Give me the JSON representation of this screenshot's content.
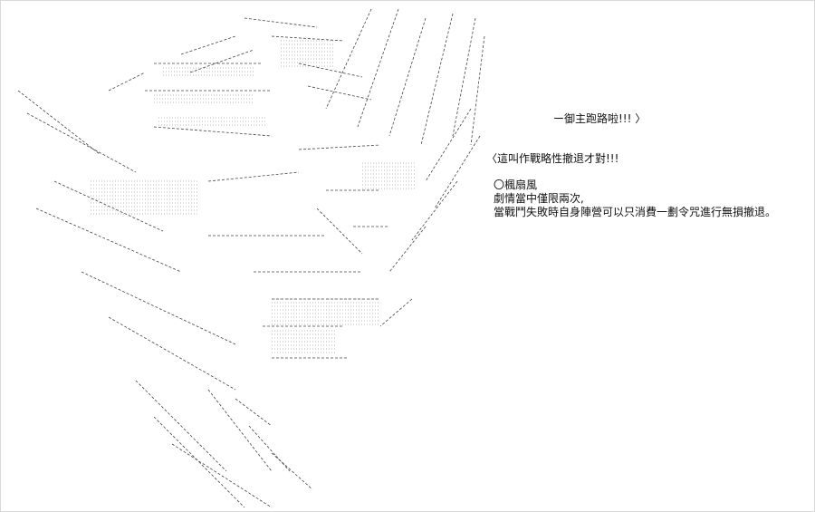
{
  "dialog": {
    "line1": "ー御主跑路啦!!! 〉",
    "line2": "〈這叫作戰略性撤退才對!!!"
  },
  "skill_note": {
    "name": "〇楓扇風",
    "description1": "劇情當中僅限兩次,",
    "description2": "當戰鬥失敗時自身陣營可以只消費一劃令咒進行無損撤退。"
  }
}
